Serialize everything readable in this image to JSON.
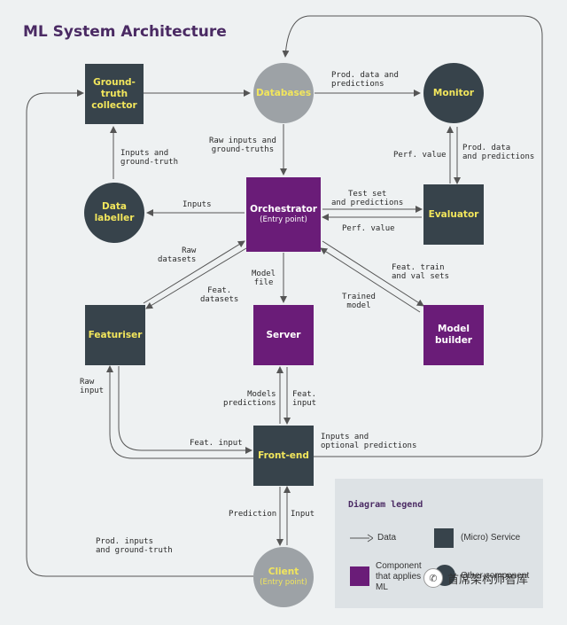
{
  "title": "ML System Architecture",
  "nodes": {
    "ground_truth_collector": "Ground-truth\ncollector",
    "databases": "Databases",
    "monitor": "Monitor",
    "data_labeller": "Data\nlabeller",
    "orchestrator": "Orchestrator",
    "orchestrator_sub": "(Entry point)",
    "evaluator": "Evaluator",
    "featuriser": "Featuriser",
    "server": "Server",
    "model_builder": "Model\nbuilder",
    "front_end": "Front-end",
    "client": "Client",
    "client_sub": "(Entry point)"
  },
  "edge_labels": {
    "prod_data_predictions_top": "Prod. data and\npredictions",
    "raw_inputs_ground_truths": "Raw inputs and\nground-truths",
    "inputs_and_ground_truth": "Inputs and\nground-truth",
    "perf_value_right": "Perf. value",
    "prod_data_predictions_right": "Prod. data\nand predictions",
    "inputs": "Inputs",
    "test_set_predictions": "Test set\nand predictions",
    "perf_value_mid": "Perf. value",
    "raw_datasets": "Raw\ndatasets",
    "model_file": "Model\nfile",
    "feat_train_val": "Feat. train\nand val sets",
    "feat_datasets": "Feat.\ndatasets",
    "trained_model": "Trained\nmodel",
    "raw_input": "Raw\ninput",
    "models_predictions": "Models\npredictions",
    "feat_input_right": "Feat.\ninput",
    "inputs_optional_predictions": "Inputs and\noptional predictions",
    "feat_input_bottom": "Feat. input",
    "prediction": "Prediction",
    "input": "Input",
    "prod_inputs_ground_truth": "Prod. inputs\nand ground-truth"
  },
  "legend": {
    "title": "Diagram legend",
    "data": "Data",
    "service": "(Micro) Service",
    "ml_component": "Component\nthat applies\nML",
    "other_component": "Other component"
  },
  "watermark": "首席架构师智库",
  "colors": {
    "service": "#37434b",
    "ml": "#6a1c78",
    "node_text": "#f2e65c",
    "title": "#4a2a63",
    "database": "#9da2a6",
    "arrow": "#555555"
  }
}
